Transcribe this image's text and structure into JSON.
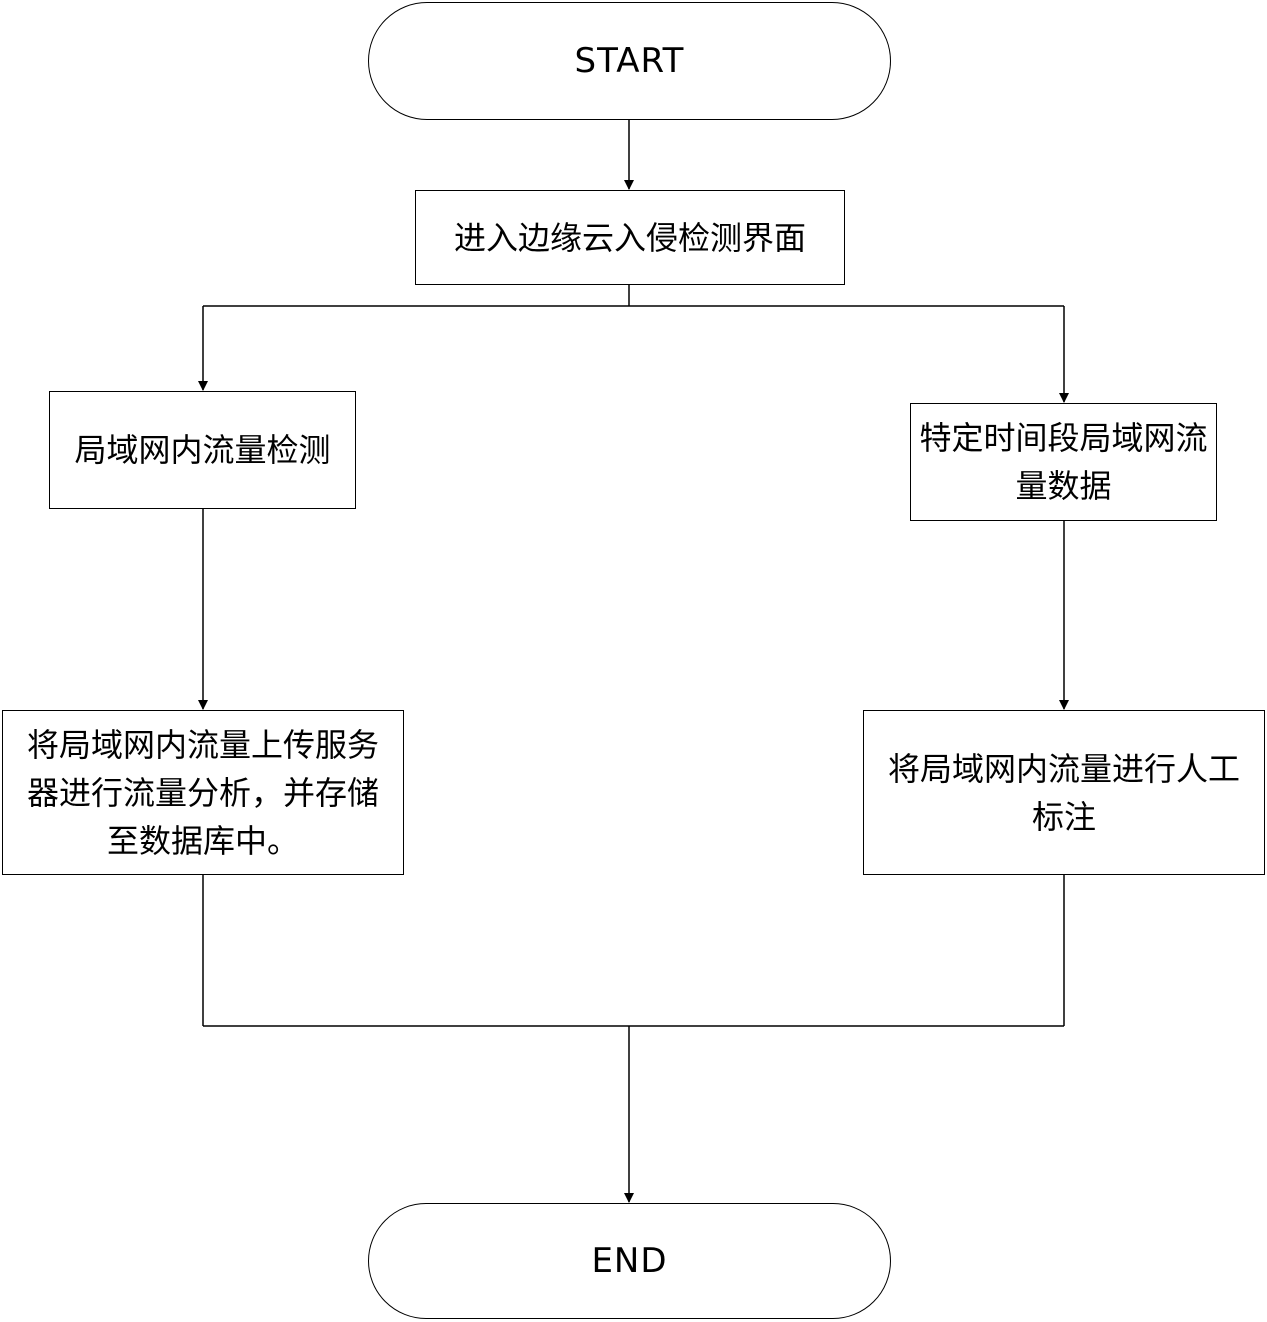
{
  "nodes": {
    "start": "START",
    "enter": "进入边缘云入侵检测界面",
    "detect": "局域网内流量检测",
    "specific": "特定时间段局域网流量数据",
    "upload": "将局域网内流量上传服务器进行流量分析，并存储至数据库中。",
    "label": "将局域网内流量进行人工标注",
    "end": "END"
  }
}
